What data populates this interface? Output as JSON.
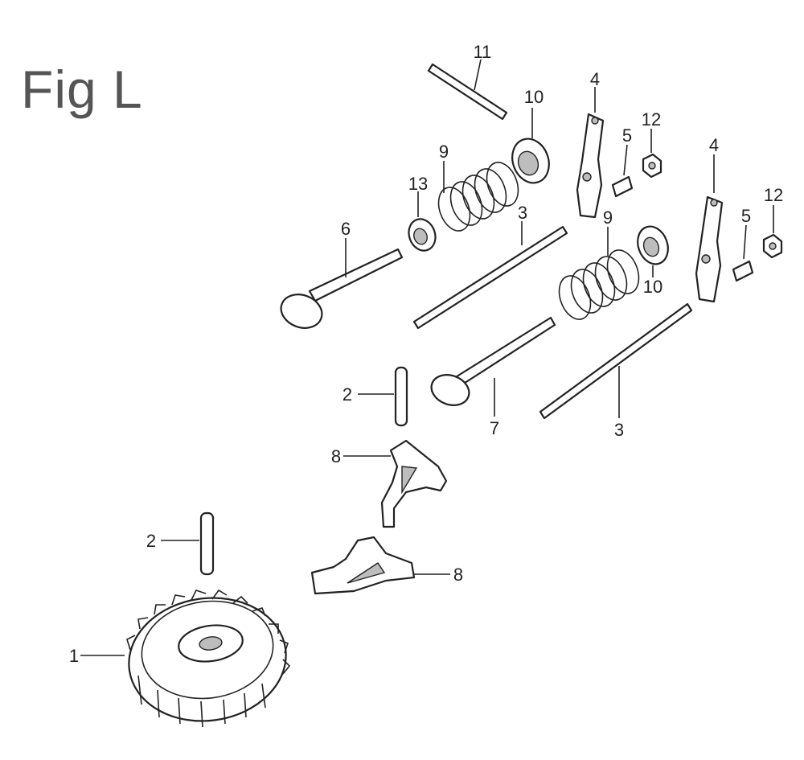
{
  "figure": {
    "title": "Fig L"
  },
  "callouts": {
    "c1": "1",
    "c2a": "2",
    "c2b": "2",
    "c3a": "3",
    "c3b": "3",
    "c4a": "4",
    "c4b": "4",
    "c5a": "5",
    "c5b": "5",
    "c6": "6",
    "c7": "7",
    "c8a": "8",
    "c8b": "8",
    "c9a": "9",
    "c9b": "9",
    "c10a": "10",
    "c10b": "10",
    "c11": "11",
    "c12a": "12",
    "c12b": "12",
    "c13": "13"
  }
}
